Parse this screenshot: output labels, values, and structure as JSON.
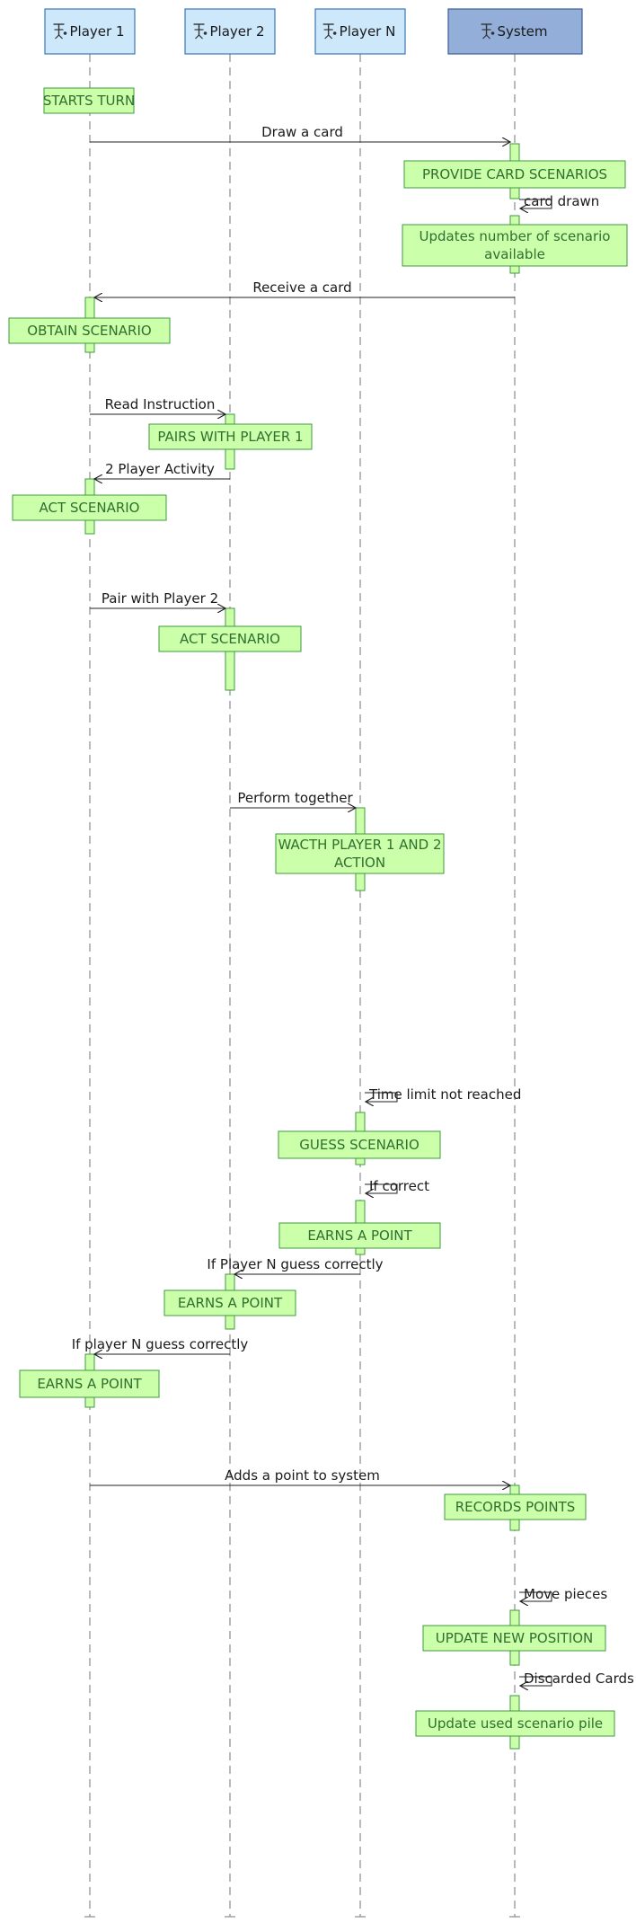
{
  "participants": [
    {
      "id": "p1",
      "name": "Player 1",
      "icon": "actor-icon"
    },
    {
      "id": "p2",
      "name": "Player 2",
      "icon": "actor-icon"
    },
    {
      "id": "pn",
      "name": "Player N",
      "icon": "actor-icon"
    },
    {
      "id": "sys",
      "name": "System",
      "icon": "actor-icon"
    }
  ],
  "colors": {
    "participant_fill": "#cde8fb",
    "participant_border": "#3c78b4",
    "system_fill": "#93aed8",
    "system_border": "#3c5f96",
    "activity_fill": "#ccffaa",
    "activity_border": "#3f9a3f",
    "lifeline": "#8c8c8c",
    "arrow": "#222222"
  },
  "notes": [
    {
      "id": "starts-turn",
      "text": [
        "STARTS TURN"
      ]
    },
    {
      "id": "provide-card-scenarios",
      "text": [
        "PROVIDE CARD SCENARIOS"
      ]
    },
    {
      "id": "updates-number",
      "text": [
        "Updates number of scenario",
        "available"
      ]
    },
    {
      "id": "obtain-scenario",
      "text": [
        "OBTAIN SCENARIO"
      ]
    },
    {
      "id": "pairs-with-player-1",
      "text": [
        "PAIRS WITH PLAYER 1"
      ]
    },
    {
      "id": "act-scenario-p1",
      "text": [
        "ACT SCENARIO"
      ]
    },
    {
      "id": "act-scenario-p2",
      "text": [
        "ACT SCENARIO"
      ]
    },
    {
      "id": "watch-player-1-and-2",
      "text": [
        "WACTH PLAYER 1 AND 2",
        "ACTION"
      ]
    },
    {
      "id": "guess-scenario",
      "text": [
        "GUESS SCENARIO"
      ]
    },
    {
      "id": "earns-a-point-pn",
      "text": [
        "EARNS A POINT"
      ]
    },
    {
      "id": "earns-a-point-p2",
      "text": [
        "EARNS A POINT"
      ]
    },
    {
      "id": "earns-a-point-p1",
      "text": [
        "EARNS A POINT"
      ]
    },
    {
      "id": "records-points",
      "text": [
        "RECORDS POINTS"
      ]
    },
    {
      "id": "update-new-position",
      "text": [
        "UPDATE NEW POSITION"
      ]
    },
    {
      "id": "update-used-scenario-pile",
      "text": [
        "Update used scenario pile"
      ]
    }
  ],
  "messages": [
    {
      "id": "draw-a-card",
      "label": "Draw a card",
      "from": "p1",
      "to": "sys"
    },
    {
      "id": "card-drawn",
      "label": "card drawn",
      "from": "sys",
      "to": "sys"
    },
    {
      "id": "receive-a-card",
      "label": "Receive a card",
      "from": "sys",
      "to": "p1"
    },
    {
      "id": "read-instruction",
      "label": "Read Instruction",
      "from": "p1",
      "to": "p2"
    },
    {
      "id": "two-player-activity",
      "label": "2 Player Activity",
      "from": "p2",
      "to": "p1"
    },
    {
      "id": "pair-with-player-2",
      "label": "Pair with Player 2",
      "from": "p1",
      "to": "p2"
    },
    {
      "id": "perform-together",
      "label": "Perform together",
      "from": "p2",
      "to": "pn"
    },
    {
      "id": "time-limit-not-reached",
      "label": "Time limit not reached",
      "from": "pn",
      "to": "pn"
    },
    {
      "id": "if-correct",
      "label": "If correct",
      "from": "pn",
      "to": "pn"
    },
    {
      "id": "if-player-n-guess-correctly-p2",
      "label": "If Player N guess correctly",
      "from": "pn",
      "to": "p2"
    },
    {
      "id": "if-player-n-guess-correctly-p1",
      "label": "If player N guess correctly",
      "from": "p2",
      "to": "p1"
    },
    {
      "id": "adds-a-point-to-system",
      "label": "Adds a point to system",
      "from": "p1",
      "to": "sys"
    },
    {
      "id": "move-pieces",
      "label": "Move pieces",
      "from": "sys",
      "to": "sys"
    },
    {
      "id": "discarded-cards",
      "label": "Discarded Cards",
      "from": "sys",
      "to": "sys"
    }
  ]
}
